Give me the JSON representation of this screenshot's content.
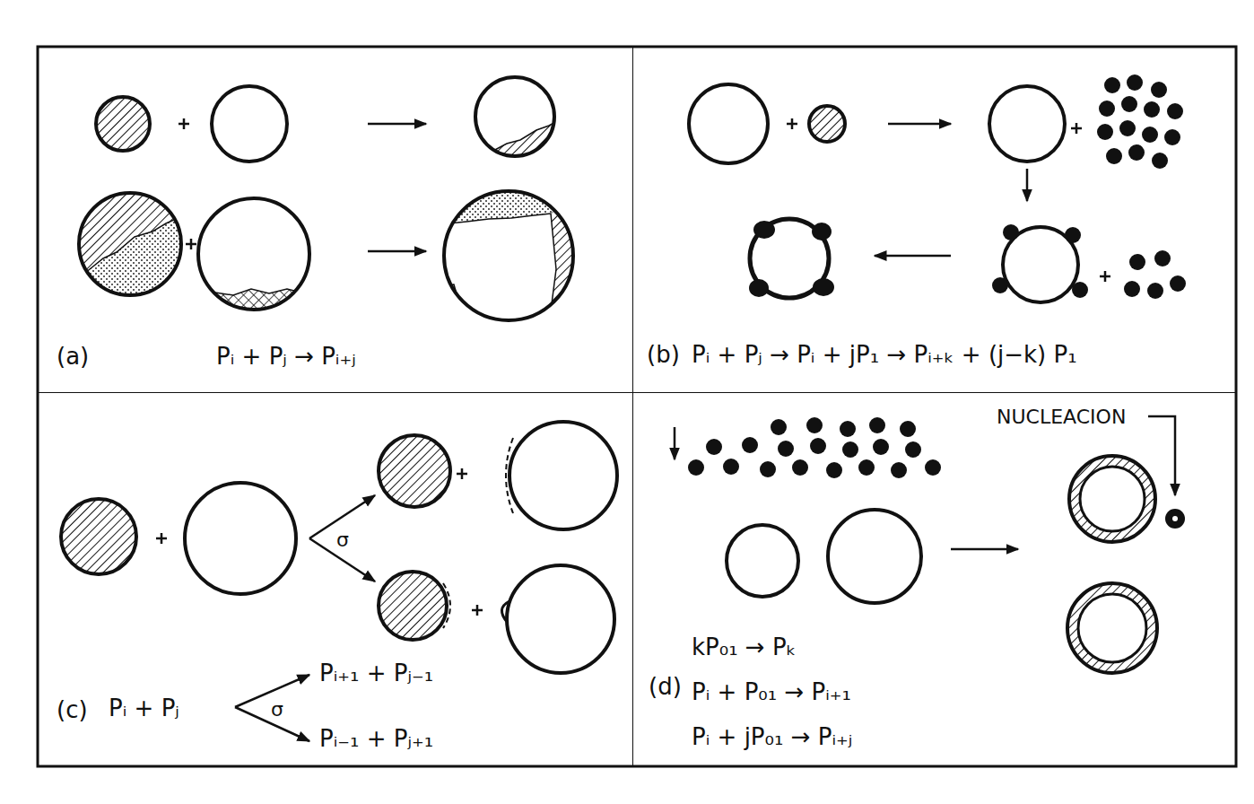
{
  "diagram": {
    "nodes": [
      {
        "text": [
          "(a)",
          "Pᵢ + Pⱼ → Pᵢ₊ⱼ"
        ]
      },
      {
        "text": [
          "(b)",
          "Pᵢ + Pⱼ → Pᵢ + jP₁ → Pᵢ₊ₖ + (j−k) P₁"
        ]
      },
      {
        "text": [
          "(c)",
          "Pᵢ + Pⱼ",
          "σ",
          "Pᵢ₊₁ + Pⱼ₋₁",
          "σ",
          "Pᵢ₋₁ + Pⱼ₊₁"
        ]
      },
      {
        "text": [
          "(d)",
          "NUCLEACION",
          "kP₀₁ → Pₖ",
          "Pᵢ + P₀₁ → Pᵢ₊₁",
          "Pᵢ + jP₀₁ → Pᵢ₊ⱼ"
        ]
      }
    ]
  }
}
